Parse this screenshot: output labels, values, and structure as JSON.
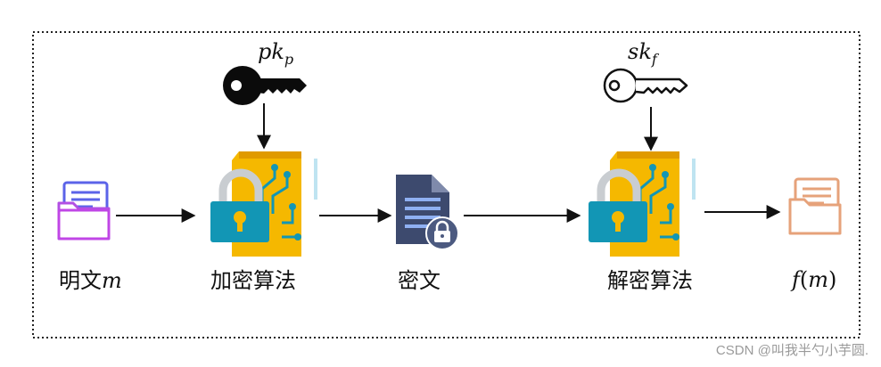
{
  "nodes": {
    "plaintext": {
      "label": "明文",
      "var": "m"
    },
    "encrypt": {
      "label": "加密算法"
    },
    "ciphertext": {
      "label": "密文"
    },
    "decrypt": {
      "label": "解密算法"
    },
    "output": {
      "func": "f",
      "open": "(",
      "var": "m",
      "close": ")"
    }
  },
  "keys": {
    "public": {
      "base": "pk",
      "sub": "p"
    },
    "secret": {
      "base": "sk",
      "sub": "f"
    }
  },
  "icons": {
    "plaintext": "folder-document-icon",
    "public_key": "black-key-icon",
    "encrypt": "padlock-circuit-icon",
    "ciphertext": "locked-document-icon",
    "secret_key": "outline-key-icon",
    "decrypt": "padlock-circuit-icon",
    "output": "folder-document-icon"
  },
  "colors": {
    "folder_plain": "#9b4de0",
    "folder_output": "#e6a27a",
    "lock_yellow": "#f5b800",
    "lock_teal": "#1296b5",
    "doc_navy": "#3d4a6e"
  },
  "watermark": "CSDN @叫我半勺小芋圆."
}
